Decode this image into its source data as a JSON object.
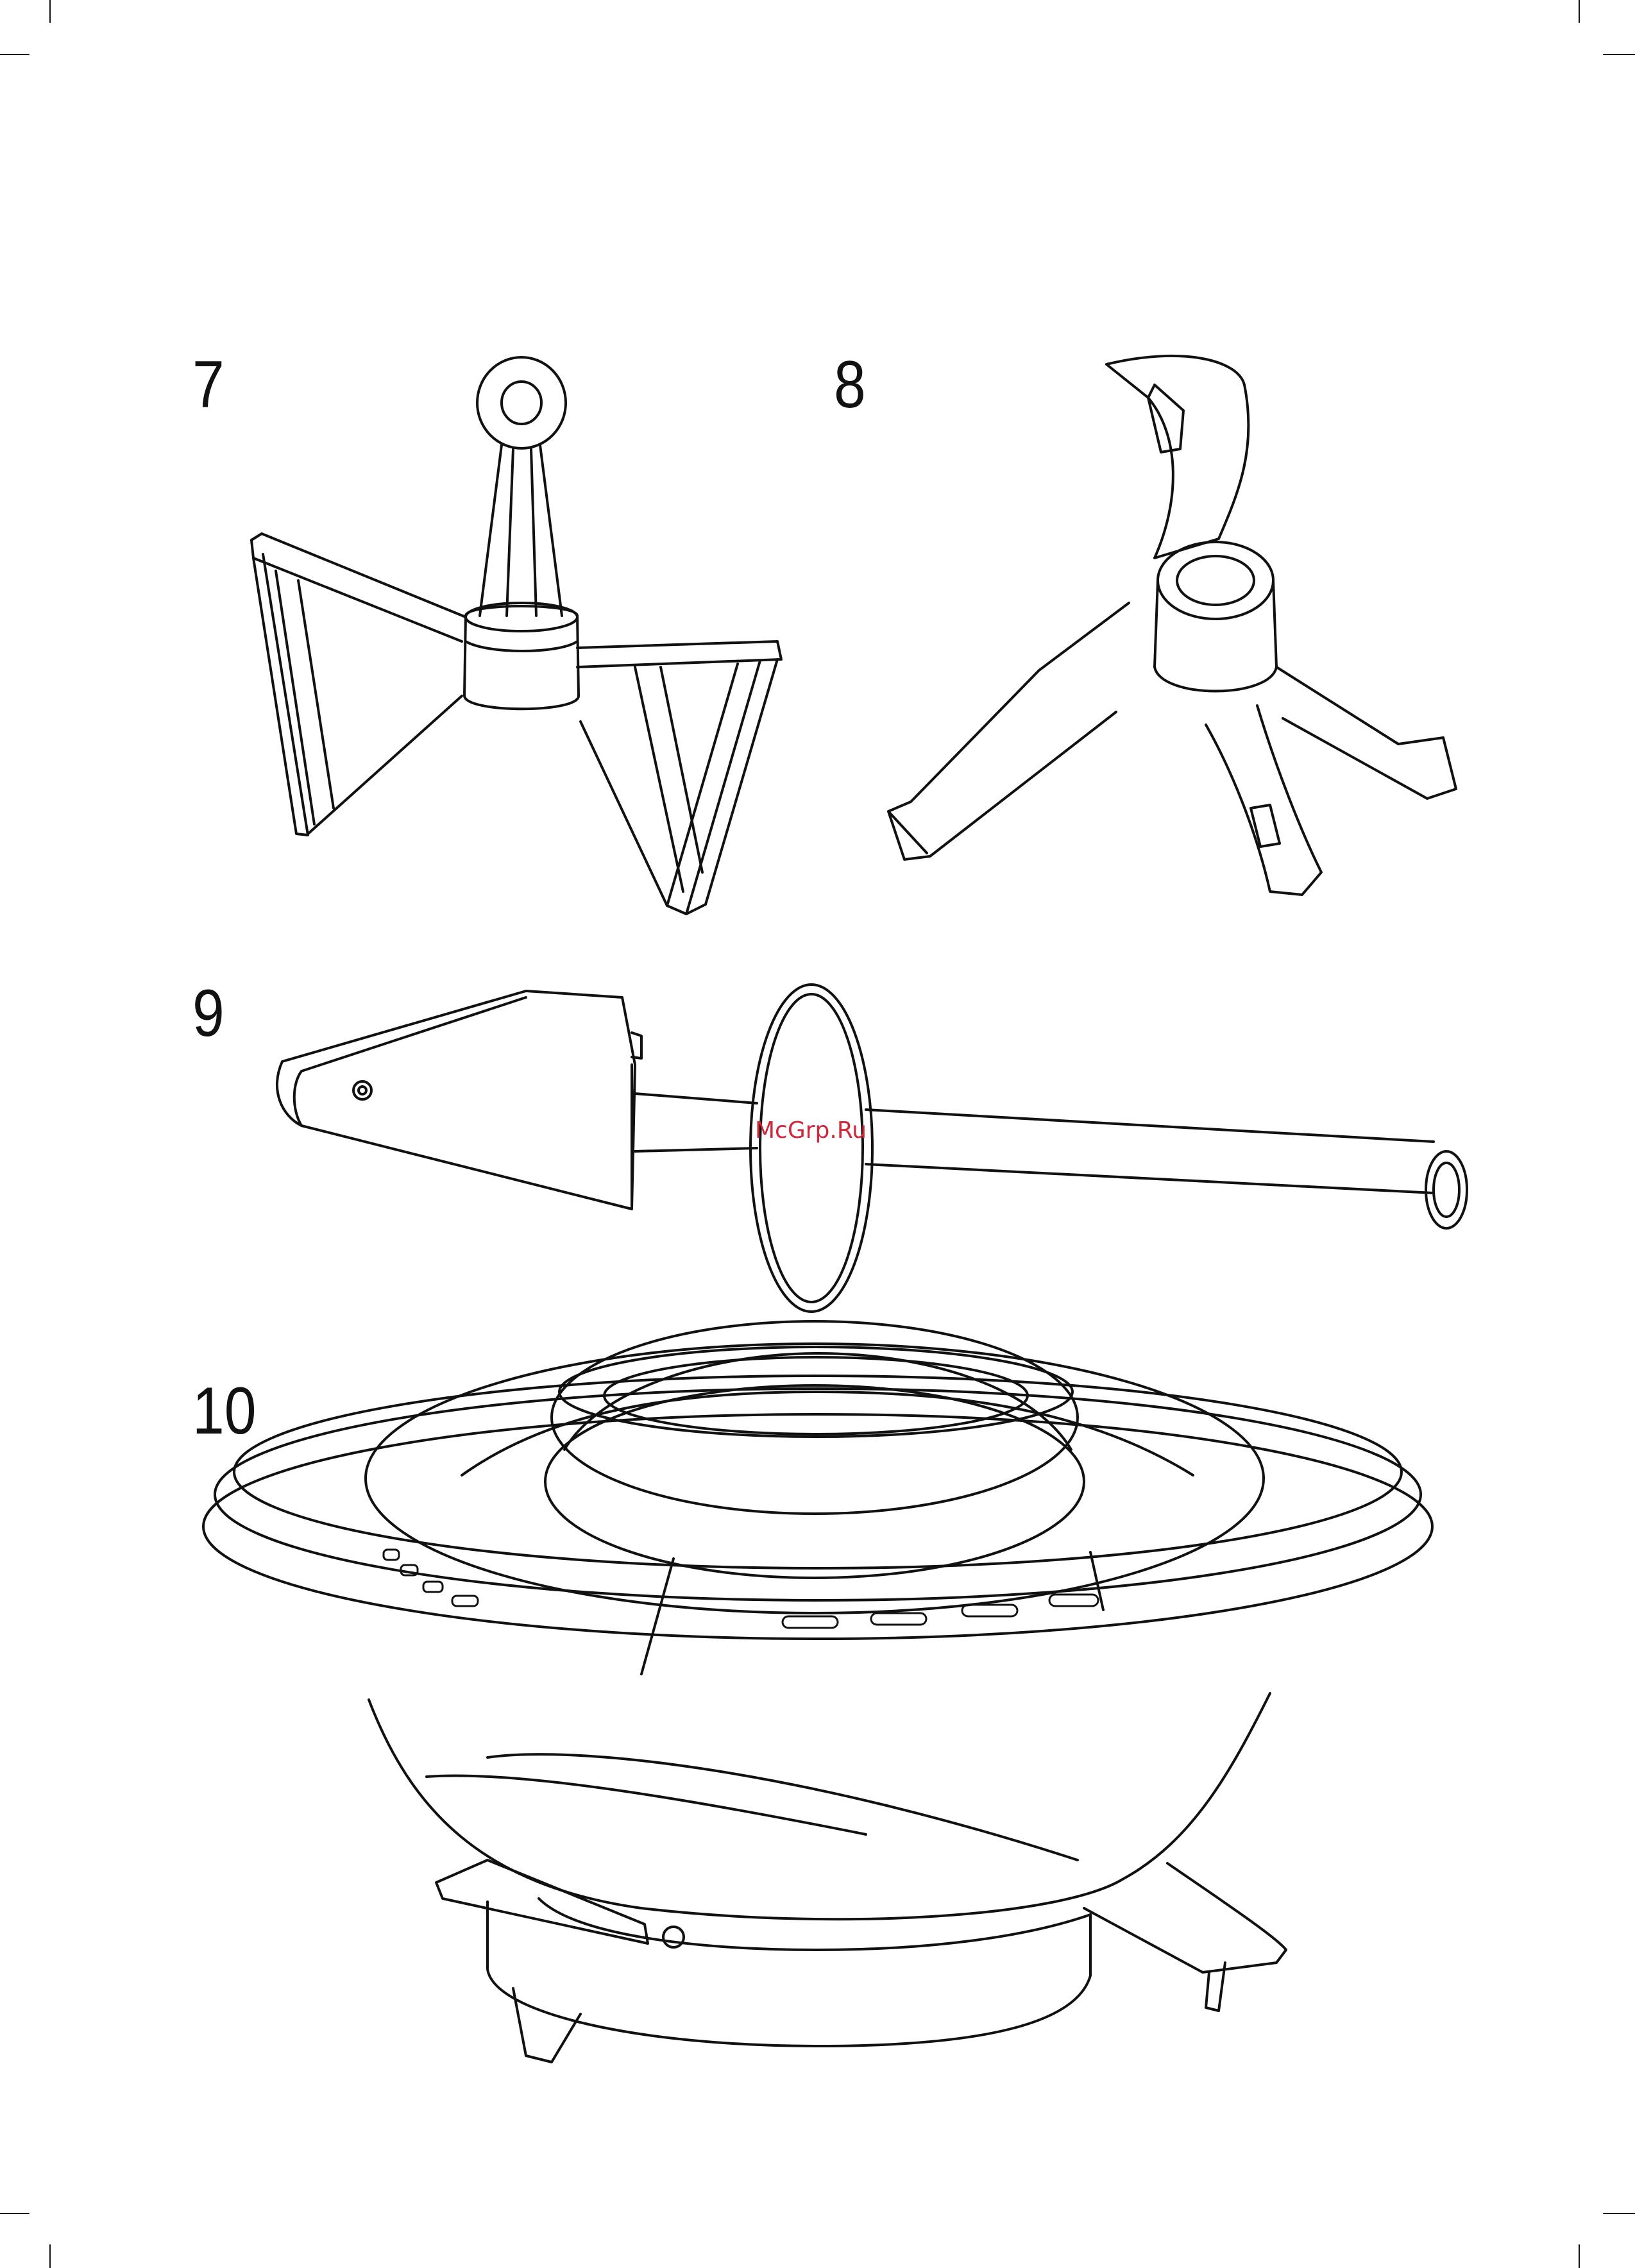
{
  "figures": [
    {
      "number": "7",
      "part": "kneading-hook"
    },
    {
      "number": "8",
      "part": "chopping-blade"
    },
    {
      "number": "9",
      "part": "spatula"
    },
    {
      "number": "10",
      "part": "bowl-with-lid"
    }
  ],
  "watermark": {
    "text": "McGrp.Ru",
    "color": "#d0283a"
  },
  "colors": {
    "line": "#111111",
    "paper": "#ffffff"
  }
}
